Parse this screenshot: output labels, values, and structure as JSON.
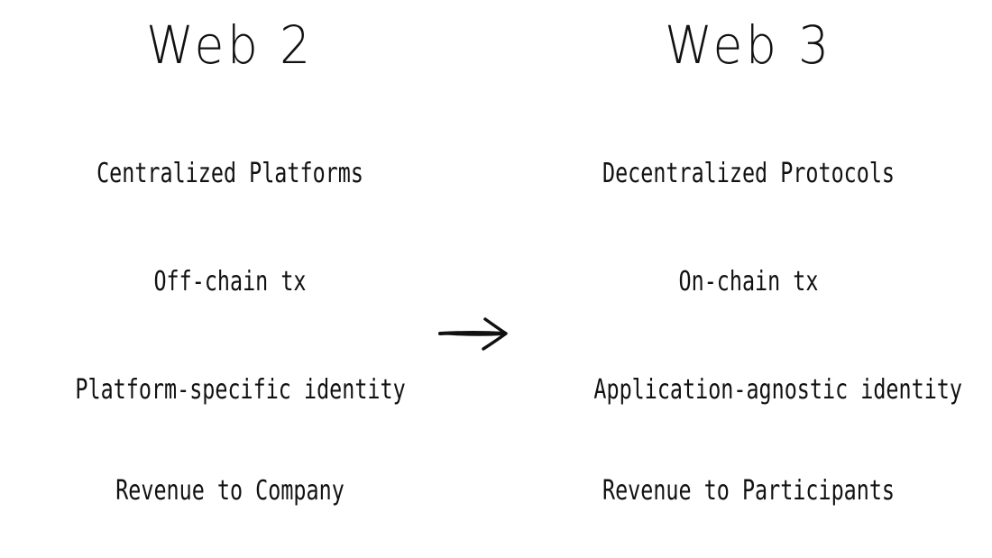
{
  "left": {
    "title": "Web 2",
    "items": [
      "Centralized Platforms",
      "Off-chain tx",
      "Platform-specific identity",
      "Revenue to Company"
    ]
  },
  "right": {
    "title": "Web 3",
    "items": [
      "Decentralized Protocols",
      "On-chain tx",
      "Application-agnostic identity",
      "Revenue to Participants"
    ]
  },
  "colors": {
    "ink": "#111111",
    "background": "#ffffff"
  },
  "icons": {
    "transition": "arrow-right-icon"
  }
}
